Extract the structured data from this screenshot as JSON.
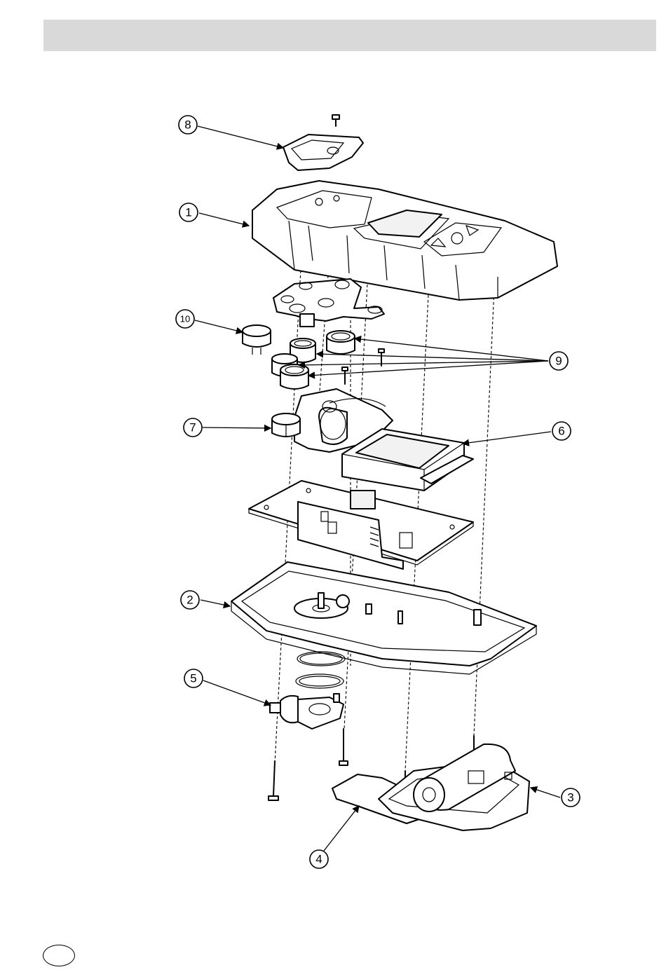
{
  "header": {
    "title": ""
  },
  "callouts": [
    "1",
    "2",
    "3",
    "4",
    "5",
    "6",
    "7",
    "8",
    "9",
    "10"
  ],
  "page_marker": ""
}
